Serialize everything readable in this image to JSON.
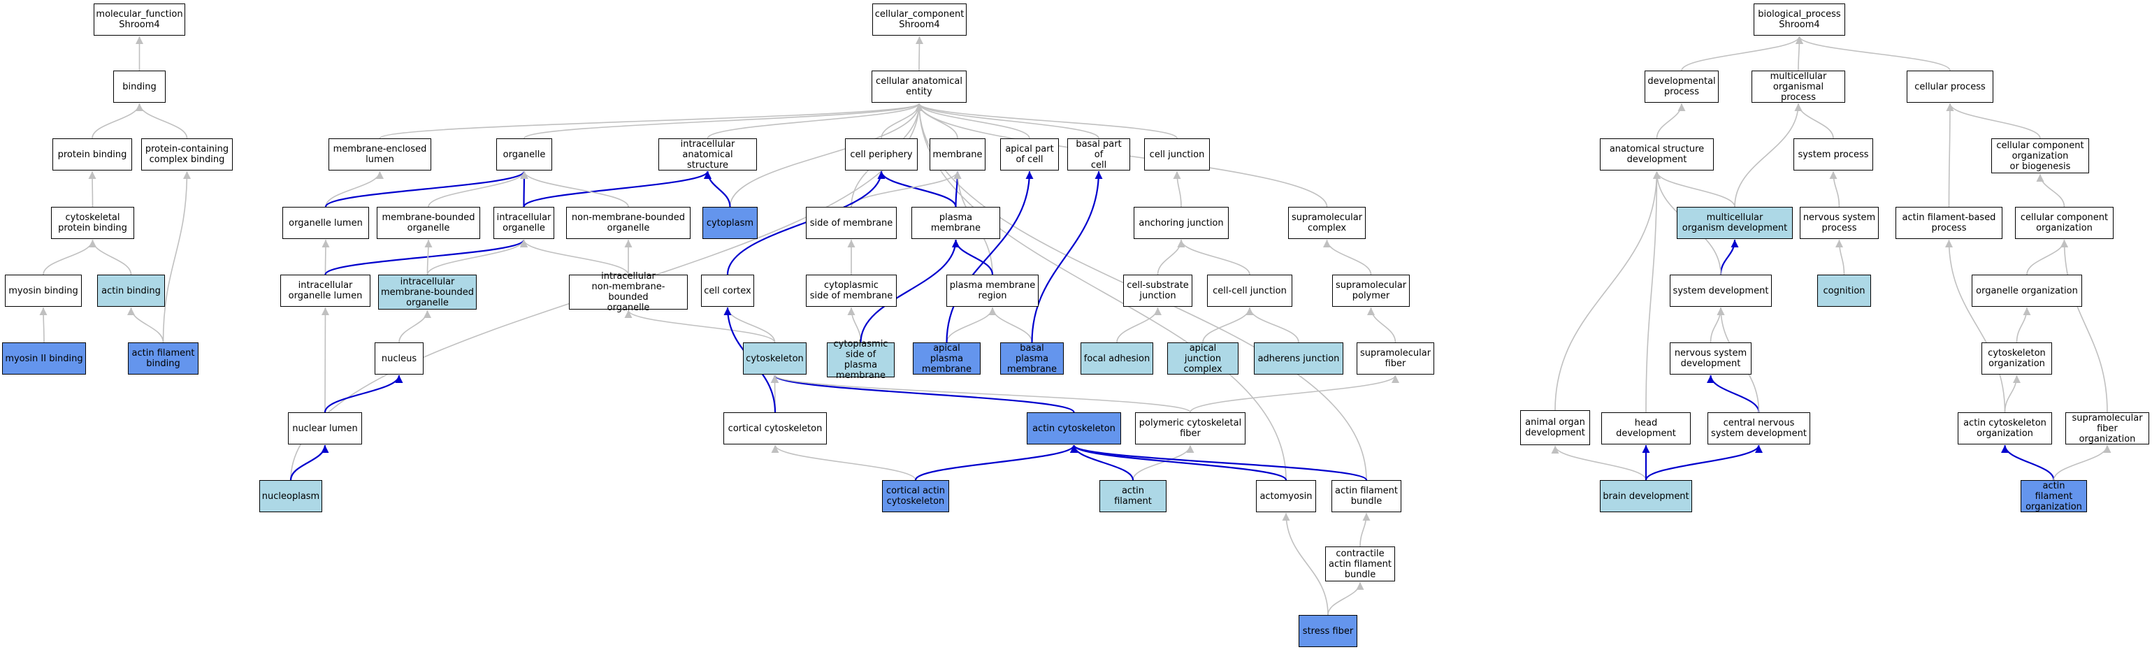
{
  "nodes": {
    "mf": {
      "label": "molecular_function\nShroom4",
      "fill": "white"
    },
    "binding": {
      "label": "binding",
      "fill": "white"
    },
    "protbind": {
      "label": "protein binding",
      "fill": "white"
    },
    "pcbind": {
      "label": "protein-containing\ncomplex binding",
      "fill": "white"
    },
    "cytoprot": {
      "label": "cytoskeletal\nprotein binding",
      "fill": "white"
    },
    "myosinbind": {
      "label": "myosin binding",
      "fill": "white"
    },
    "actinbind": {
      "label": "actin binding",
      "fill": "light"
    },
    "myosin2": {
      "label": "myosin II binding",
      "fill": "blue"
    },
    "actinfilbind": {
      "label": "actin filament\nbinding",
      "fill": "blue"
    },
    "cc": {
      "label": "cellular_component\nShroom4",
      "fill": "white"
    },
    "cae": {
      "label": "cellular anatomical\nentity",
      "fill": "white"
    },
    "memlumen": {
      "label": "membrane-enclosed\nlumen",
      "fill": "white"
    },
    "organelle": {
      "label": "organelle",
      "fill": "white"
    },
    "ias": {
      "label": "intracellular\nanatomical structure",
      "fill": "white"
    },
    "cellperiph": {
      "label": "cell periphery",
      "fill": "white"
    },
    "membrane": {
      "label": "membrane",
      "fill": "white"
    },
    "apicalpart": {
      "label": "apical part\nof cell",
      "fill": "white"
    },
    "basalpart": {
      "label": "basal part of\ncell",
      "fill": "white"
    },
    "celljunction": {
      "label": "cell junction",
      "fill": "white"
    },
    "orglumen": {
      "label": "organelle lumen",
      "fill": "white"
    },
    "membound": {
      "label": "membrane-bounded\norganelle",
      "fill": "white"
    },
    "intraorg": {
      "label": "intracellular\norganelle",
      "fill": "white"
    },
    "nonmemb": {
      "label": "non-membrane-bounded\norganelle",
      "fill": "white"
    },
    "cytoplasm": {
      "label": "cytoplasm",
      "fill": "blue"
    },
    "sidemem": {
      "label": "side of membrane",
      "fill": "white"
    },
    "plasmamem": {
      "label": "plasma membrane",
      "fill": "white"
    },
    "anchjunc": {
      "label": "anchoring junction",
      "fill": "white"
    },
    "supracomplex": {
      "label": "supramolecular\ncomplex",
      "fill": "white"
    },
    "intraorglumen": {
      "label": "intracellular\norganelle lumen",
      "fill": "white"
    },
    "intramembbound": {
      "label": "intracellular\nmembrane-bounded\norganelle",
      "fill": "light"
    },
    "intranonmemb": {
      "label": "intracellular\nnon-membrane-bounded\norganelle",
      "fill": "white"
    },
    "cellcortex": {
      "label": "cell cortex",
      "fill": "white"
    },
    "cytosidemem": {
      "label": "cytoplasmic\nside of membrane",
      "fill": "white"
    },
    "pmregion": {
      "label": "plasma membrane\nregion",
      "fill": "white"
    },
    "cellsubjunc": {
      "label": "cell-substrate\njunction",
      "fill": "white"
    },
    "cellcelljunc": {
      "label": "cell-cell junction",
      "fill": "white"
    },
    "supapolymer": {
      "label": "supramolecular\npolymer",
      "fill": "white"
    },
    "nucleus": {
      "label": "nucleus",
      "fill": "white"
    },
    "cytoskeleton": {
      "label": "cytoskeleton",
      "fill": "light"
    },
    "cytosidepm": {
      "label": "cytoplasmic\nside of plasma\nmembrane",
      "fill": "light"
    },
    "apicalpm": {
      "label": "apical plasma\nmembrane",
      "fill": "blue"
    },
    "basalpm": {
      "label": "basal plasma\nmembrane",
      "fill": "blue"
    },
    "focaladh": {
      "label": "focal adhesion",
      "fill": "light"
    },
    "apicaljc": {
      "label": "apical junction\ncomplex",
      "fill": "light"
    },
    "adherens": {
      "label": "adherens junction",
      "fill": "light"
    },
    "supafiber": {
      "label": "supramolecular\nfiber",
      "fill": "white"
    },
    "nuclumen": {
      "label": "nuclear lumen",
      "fill": "white"
    },
    "corticalcyto": {
      "label": "cortical cytoskeleton",
      "fill": "white"
    },
    "actincyto": {
      "label": "actin cytoskeleton",
      "fill": "blue"
    },
    "polycytofiber": {
      "label": "polymeric cytoskeletal\nfiber",
      "fill": "white"
    },
    "nucleoplasm": {
      "label": "nucleoplasm",
      "fill": "light"
    },
    "corticalactin": {
      "label": "cortical actin\ncytoskeleton",
      "fill": "blue"
    },
    "actinfil": {
      "label": "actin filament",
      "fill": "light"
    },
    "actomyosin": {
      "label": "actomyosin",
      "fill": "white"
    },
    "afbundle": {
      "label": "actin filament\nbundle",
      "fill": "white"
    },
    "contractile": {
      "label": "contractile\nactin filament\nbundle",
      "fill": "white"
    },
    "stressfiber": {
      "label": "stress fiber",
      "fill": "blue"
    },
    "bp": {
      "label": "biological_process\nShroom4",
      "fill": "white"
    },
    "devproc": {
      "label": "developmental\nprocess",
      "fill": "white"
    },
    "multiproc": {
      "label": "multicellular\norganismal process",
      "fill": "white"
    },
    "cellproc": {
      "label": "cellular process",
      "fill": "white"
    },
    "anatdev": {
      "label": "anatomical structure\ndevelopment",
      "fill": "white"
    },
    "sysproc": {
      "label": "system process",
      "fill": "white"
    },
    "ccorgbio": {
      "label": "cellular component\norganization\nor biogenesis",
      "fill": "white"
    },
    "multidev": {
      "label": "multicellular\norganism development",
      "fill": "light"
    },
    "nervproc": {
      "label": "nervous system\nprocess",
      "fill": "white"
    },
    "afbproc": {
      "label": "actin filament-based\nprocess",
      "fill": "white"
    },
    "ccorg": {
      "label": "cellular component\norganization",
      "fill": "white"
    },
    "sysdev": {
      "label": "system development",
      "fill": "white"
    },
    "cognition": {
      "label": "cognition",
      "fill": "light"
    },
    "orgorg": {
      "label": "organelle organization",
      "fill": "white"
    },
    "nervdev": {
      "label": "nervous system\ndevelopment",
      "fill": "white"
    },
    "cytoorg": {
      "label": "cytoskeleton\norganization",
      "fill": "white"
    },
    "animalorg": {
      "label": "animal organ\ndevelopment",
      "fill": "white"
    },
    "headdev": {
      "label": "head development",
      "fill": "white"
    },
    "cnsdev": {
      "label": "central nervous\nsystem development",
      "fill": "white"
    },
    "actincytoorg": {
      "label": "actin cytoskeleton\norganization",
      "fill": "white"
    },
    "supafiberorg": {
      "label": "supramolecular\nfiber organization",
      "fill": "white"
    },
    "braindev": {
      "label": "brain development",
      "fill": "light"
    },
    "afo": {
      "label": "actin filament\norganization",
      "fill": "blue"
    }
  },
  "colors": {
    "light": "#add8e6",
    "blue": "#6495ed",
    "edge_gray": "#c0c0c0",
    "edge_blue": "#0000cd"
  },
  "edges": [
    {
      "from": "binding",
      "to": "mf",
      "style": "gray"
    },
    {
      "from": "protbind",
      "to": "binding",
      "style": "gray"
    },
    {
      "from": "pcbind",
      "to": "binding",
      "style": "gray"
    },
    {
      "from": "cytoprot",
      "to": "protbind",
      "style": "gray"
    },
    {
      "from": "myosinbind",
      "to": "cytoprot",
      "style": "gray"
    },
    {
      "from": "actinbind",
      "to": "cytoprot",
      "style": "gray"
    },
    {
      "from": "myosin2",
      "to": "myosinbind",
      "style": "gray"
    },
    {
      "from": "actinfilbind",
      "to": "actinbind",
      "style": "gray"
    },
    {
      "from": "actinfilbind",
      "to": "pcbind",
      "style": "gray"
    },
    {
      "from": "cae",
      "to": "cc",
      "style": "gray"
    },
    {
      "from": "memlumen",
      "to": "cae",
      "style": "gray"
    },
    {
      "from": "organelle",
      "to": "cae",
      "style": "gray"
    },
    {
      "from": "ias",
      "to": "cae",
      "style": "gray"
    },
    {
      "from": "cellperiph",
      "to": "cae",
      "style": "gray"
    },
    {
      "from": "membrane",
      "to": "cae",
      "style": "gray"
    },
    {
      "from": "apicalpart",
      "to": "cae",
      "style": "gray"
    },
    {
      "from": "basalpart",
      "to": "cae",
      "style": "gray"
    },
    {
      "from": "celljunction",
      "to": "cae",
      "style": "gray"
    },
    {
      "from": "supracomplex",
      "to": "cae",
      "style": "gray"
    },
    {
      "from": "cytoplasm",
      "to": "cae",
      "style": "gray"
    },
    {
      "from": "sidemem",
      "to": "cae",
      "style": "gray"
    },
    {
      "from": "nucleoplasm",
      "to": "cae",
      "style": "gray"
    },
    {
      "from": "actomyosin",
      "to": "cae",
      "style": "gray"
    },
    {
      "from": "afbundle",
      "to": "cae",
      "style": "gray"
    },
    {
      "from": "orglumen",
      "to": "memlumen",
      "style": "gray"
    },
    {
      "from": "orglumen",
      "to": "organelle",
      "style": "blue"
    },
    {
      "from": "membound",
      "to": "organelle",
      "style": "gray"
    },
    {
      "from": "intraorg",
      "to": "organelle",
      "style": "blue"
    },
    {
      "from": "intraorg",
      "to": "ias",
      "style": "blue"
    },
    {
      "from": "nonmemb",
      "to": "organelle",
      "style": "gray"
    },
    {
      "from": "cytoplasm",
      "to": "ias",
      "style": "blue"
    },
    {
      "from": "plasmamem",
      "to": "cellperiph",
      "style": "blue"
    },
    {
      "from": "plasmamem",
      "to": "membrane",
      "style": "blue"
    },
    {
      "from": "sidemem",
      "to": "membrane",
      "style": "gray"
    },
    {
      "from": "pmregion",
      "to": "membrane",
      "style": "gray"
    },
    {
      "from": "cellcortex",
      "to": "cellperiph",
      "style": "blue"
    },
    {
      "from": "anchjunc",
      "to": "celljunction",
      "style": "gray"
    },
    {
      "from": "intraorglumen",
      "to": "orglumen",
      "style": "gray"
    },
    {
      "from": "intraorglumen",
      "to": "intraorg",
      "style": "blue"
    },
    {
      "from": "intramembbound",
      "to": "membound",
      "style": "gray"
    },
    {
      "from": "intramembbound",
      "to": "intraorg",
      "style": "gray"
    },
    {
      "from": "intranonmemb",
      "to": "nonmemb",
      "style": "gray"
    },
    {
      "from": "intranonmemb",
      "to": "intraorg",
      "style": "gray"
    },
    {
      "from": "cytosidemem",
      "to": "sidemem",
      "style": "gray"
    },
    {
      "from": "pmregion",
      "to": "plasmamem",
      "style": "blue"
    },
    {
      "from": "cellsubjunc",
      "to": "anchjunc",
      "style": "gray"
    },
    {
      "from": "cellcelljunc",
      "to": "anchjunc",
      "style": "gray"
    },
    {
      "from": "supapolymer",
      "to": "supracomplex",
      "style": "gray"
    },
    {
      "from": "nucleus",
      "to": "intramembbound",
      "style": "gray"
    },
    {
      "from": "cytoskeleton",
      "to": "intranonmemb",
      "style": "gray"
    },
    {
      "from": "cytoskeleton",
      "to": "cellcortex",
      "style": "gray"
    },
    {
      "from": "cytosidepm",
      "to": "cytosidemem",
      "style": "gray"
    },
    {
      "from": "cytosidepm",
      "to": "plasmamem",
      "style": "blue"
    },
    {
      "from": "apicalpm",
      "to": "pmregion",
      "style": "gray"
    },
    {
      "from": "apicalpm",
      "to": "apicalpart",
      "style": "blue"
    },
    {
      "from": "basalpm",
      "to": "pmregion",
      "style": "gray"
    },
    {
      "from": "basalpm",
      "to": "basalpart",
      "style": "blue"
    },
    {
      "from": "focaladh",
      "to": "cellsubjunc",
      "style": "gray"
    },
    {
      "from": "apicaljc",
      "to": "cellcelljunc",
      "style": "gray"
    },
    {
      "from": "adherens",
      "to": "cellcelljunc",
      "style": "gray"
    },
    {
      "from": "supafiber",
      "to": "supapolymer",
      "style": "gray"
    },
    {
      "from": "nuclumen",
      "to": "intraorglumen",
      "style": "gray"
    },
    {
      "from": "nuclumen",
      "to": "nucleus",
      "style": "blue"
    },
    {
      "from": "corticalcyto",
      "to": "cytoskeleton",
      "style": "gray"
    },
    {
      "from": "corticalcyto",
      "to": "cellcortex",
      "style": "blue"
    },
    {
      "from": "actincyto",
      "to": "cytoskeleton",
      "style": "blue"
    },
    {
      "from": "polycytofiber",
      "to": "supafiber",
      "style": "gray"
    },
    {
      "from": "polycytofiber",
      "to": "cytoskeleton",
      "style": "gray"
    },
    {
      "from": "nucleoplasm",
      "to": "nuclumen",
      "style": "blue"
    },
    {
      "from": "corticalactin",
      "to": "corticalcyto",
      "style": "gray"
    },
    {
      "from": "corticalactin",
      "to": "actincyto",
      "style": "blue"
    },
    {
      "from": "actinfil",
      "to": "polycytofiber",
      "style": "gray"
    },
    {
      "from": "actinfil",
      "to": "actincyto",
      "style": "blue"
    },
    {
      "from": "actomyosin",
      "to": "actincyto",
      "style": "blue"
    },
    {
      "from": "afbundle",
      "to": "actincyto",
      "style": "blue"
    },
    {
      "from": "contractile",
      "to": "afbundle",
      "style": "gray"
    },
    {
      "from": "stressfiber",
      "to": "contractile",
      "style": "gray"
    },
    {
      "from": "stressfiber",
      "to": "actomyosin",
      "style": "gray"
    },
    {
      "from": "devproc",
      "to": "bp",
      "style": "gray"
    },
    {
      "from": "multiproc",
      "to": "bp",
      "style": "gray"
    },
    {
      "from": "cellproc",
      "to": "bp",
      "style": "gray"
    },
    {
      "from": "anatdev",
      "to": "devproc",
      "style": "gray"
    },
    {
      "from": "sysproc",
      "to": "multiproc",
      "style": "gray"
    },
    {
      "from": "ccorgbio",
      "to": "cellproc",
      "style": "gray"
    },
    {
      "from": "multidev",
      "to": "anatdev",
      "style": "gray"
    },
    {
      "from": "multidev",
      "to": "multiproc",
      "style": "gray"
    },
    {
      "from": "nervproc",
      "to": "sysproc",
      "style": "gray"
    },
    {
      "from": "afbproc",
      "to": "cellproc",
      "style": "gray"
    },
    {
      "from": "ccorg",
      "to": "ccorgbio",
      "style": "gray"
    },
    {
      "from": "sysdev",
      "to": "multidev",
      "style": "blue"
    },
    {
      "from": "sysdev",
      "to": "anatdev",
      "style": "gray"
    },
    {
      "from": "cognition",
      "to": "nervproc",
      "style": "gray"
    },
    {
      "from": "orgorg",
      "to": "ccorg",
      "style": "gray"
    },
    {
      "from": "nervdev",
      "to": "sysdev",
      "style": "gray"
    },
    {
      "from": "cytoorg",
      "to": "orgorg",
      "style": "gray"
    },
    {
      "from": "animalorg",
      "to": "anatdev",
      "style": "gray"
    },
    {
      "from": "headdev",
      "to": "anatdev",
      "style": "gray"
    },
    {
      "from": "cnsdev",
      "to": "nervdev",
      "style": "blue"
    },
    {
      "from": "cnsdev",
      "to": "sysdev",
      "style": "gray"
    },
    {
      "from": "actincytoorg",
      "to": "cytoorg",
      "style": "gray"
    },
    {
      "from": "actincytoorg",
      "to": "afbproc",
      "style": "gray"
    },
    {
      "from": "supafiberorg",
      "to": "ccorg",
      "style": "gray"
    },
    {
      "from": "braindev",
      "to": "animalorg",
      "style": "gray"
    },
    {
      "from": "braindev",
      "to": "headdev",
      "style": "blue"
    },
    {
      "from": "braindev",
      "to": "cnsdev",
      "style": "blue"
    },
    {
      "from": "afo",
      "to": "actincytoorg",
      "style": "blue"
    },
    {
      "from": "afo",
      "to": "supafiberorg",
      "style": "gray"
    }
  ]
}
